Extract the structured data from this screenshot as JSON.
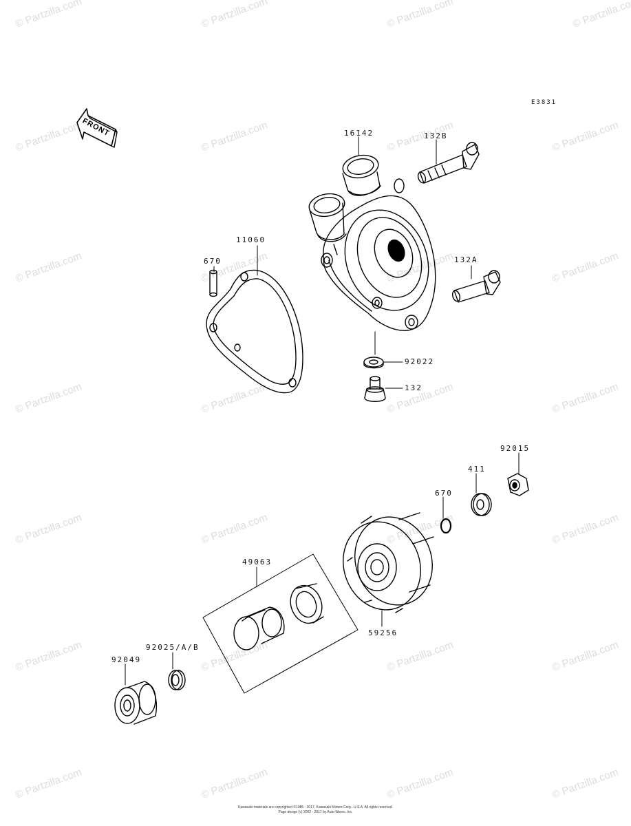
{
  "diagram": {
    "code": "E3831",
    "front_label": "FRONT",
    "watermark": "© Partzilla.com",
    "footer_line1": "Kawasaki materials are copyrighted ©1985 - 2017, Kawasaki Motors Corp., U.S.A. All rights reserved.",
    "footer_line2": "Page design (c) 2002 - 2017 by Auto-Wares, Inc."
  },
  "parts": {
    "p16142": "16142",
    "p132B": "132B",
    "p11060": "11060",
    "p670a": "670",
    "p132A": "132A",
    "p92022": "92022",
    "p132": "132",
    "p92015": "92015",
    "p411": "411",
    "p670b": "670",
    "p49063": "49063",
    "p59256": "59256",
    "p92025": "92025/A/B",
    "p92049": "92049"
  }
}
